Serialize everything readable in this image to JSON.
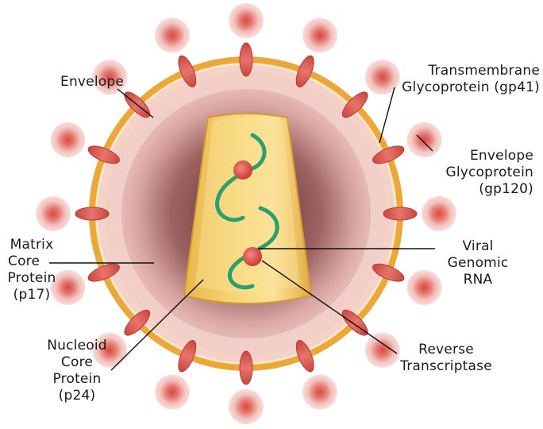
{
  "labels": {
    "envelope": [
      "Envelope"
    ],
    "transmembrane": [
      "Transmembrane",
      "Glycoprotein (gp41)"
    ],
    "env_glyco": [
      "Envelope",
      "Glycoprotein",
      "(gp120)"
    ],
    "matrix": [
      "Matrix",
      "Core",
      "Protein",
      "(p17)"
    ],
    "viral_rna": [
      "Viral",
      "Genomic",
      "RNA"
    ],
    "nucleoid": [
      "Nucleoid",
      "Core",
      "Protein",
      "(p24)"
    ],
    "reverse": [
      "Reverse",
      "Transcriptase"
    ]
  },
  "colors": {
    "envelope_outer": "#e9a93a",
    "envelope_band": "#fbe6c0",
    "matrix": "#f1c6c2",
    "matrix_shadow": "#a86a66",
    "core": "#f0c35a",
    "core_light": "#fff1b0",
    "spike": "#d9534a",
    "gp120_knob": "#f5cfcf",
    "rna": "#2f9e6e",
    "rt": "#d8443e"
  }
}
